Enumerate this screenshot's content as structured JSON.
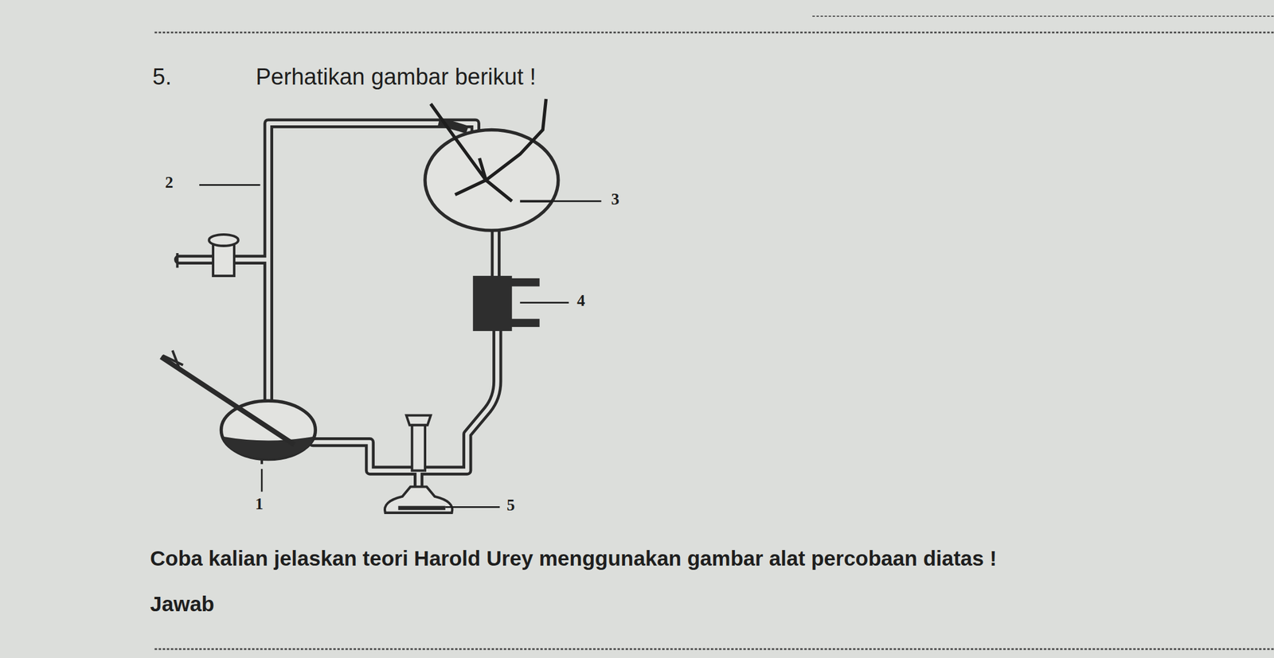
{
  "diagram": {
    "labels": [
      "5.",
      "Perhatikan gambar berikut !",
      "2",
      "3",
      "4",
      "1",
      "5",
      "Coba kalian jelaskan teori Harold Urey menggunakan gambar alat percobaan diatas !",
      "Jawab"
    ]
  }
}
